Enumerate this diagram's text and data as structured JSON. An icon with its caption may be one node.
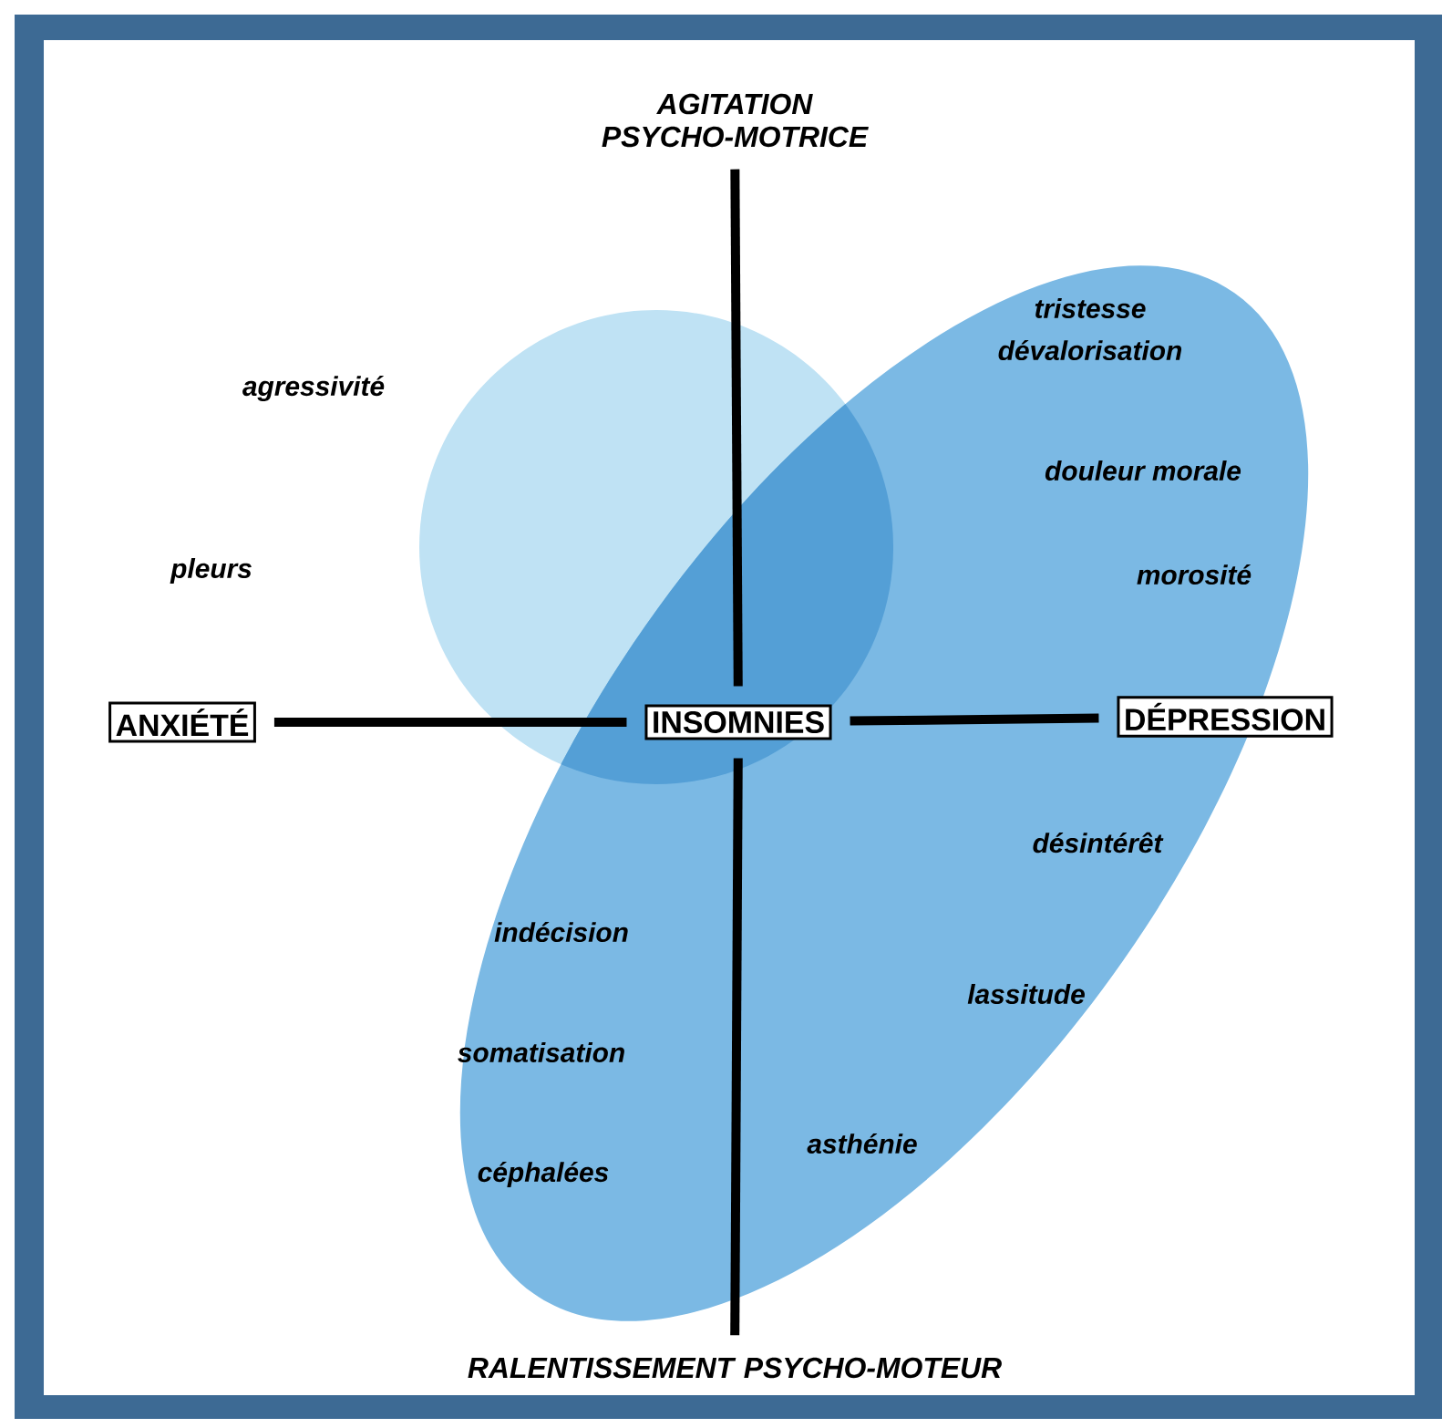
{
  "diagram": {
    "nodes": [
      {
        "text": [
          "AGITATION PSYCHO-MOTRICE"
        ]
      },
      {
        "text": [
          "ANXIÉTÉ"
        ]
      },
      {
        "text": [
          "INSOMNIES"
        ]
      },
      {
        "text": [
          "DÉPRESSION"
        ]
      },
      {
        "text": [
          "RALENTISSEMENT PSYCHO-MOTEUR"
        ]
      }
    ],
    "edges": [
      {
        "from": 0,
        "to": 2,
        "arrow": "none"
      },
      {
        "from": 1,
        "to": 2,
        "arrow": "none"
      },
      {
        "from": 2,
        "to": 3,
        "arrow": "none"
      },
      {
        "from": 2,
        "to": 4,
        "arrow": "none"
      }
    ],
    "labels": [
      "tristesse",
      "dévalorisation",
      "agressivité",
      "douleur morale",
      "pleurs",
      "morosité",
      "désintérêt",
      "indécision",
      "lassitude",
      "somatisation",
      "asthénie",
      "céphalées"
    ]
  }
}
